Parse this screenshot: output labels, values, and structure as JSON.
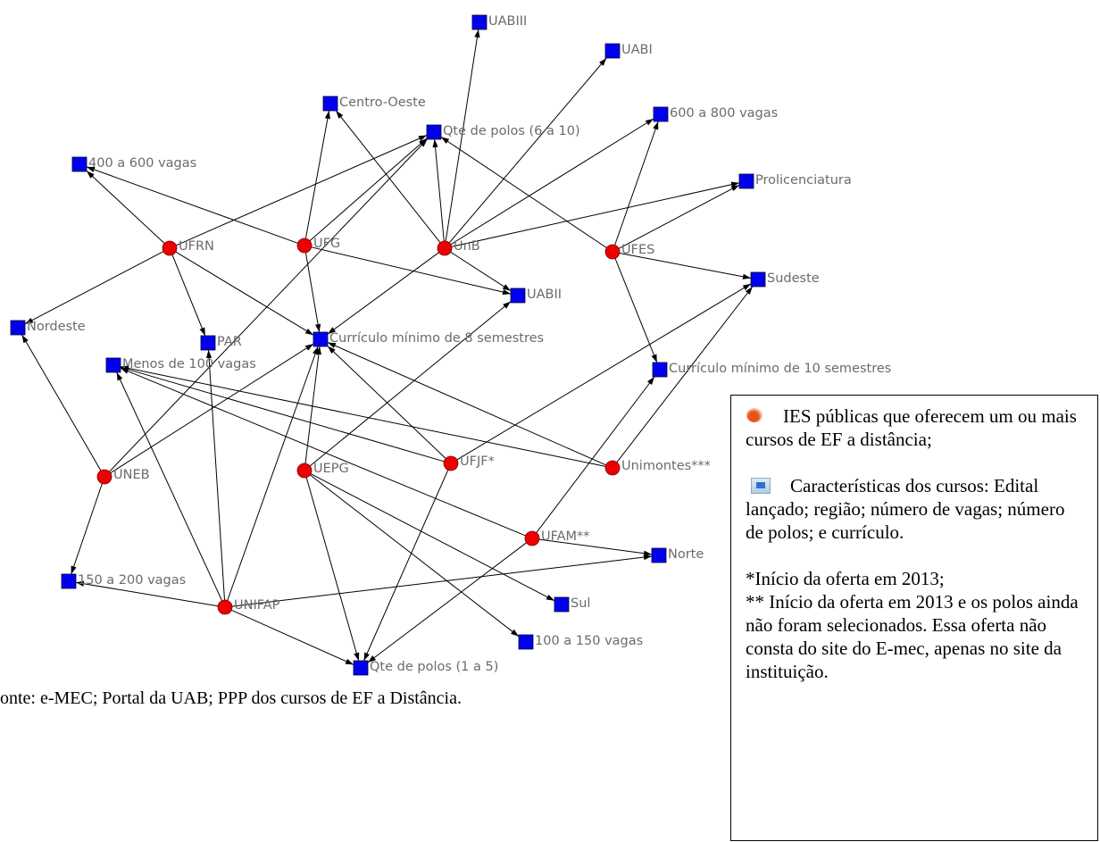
{
  "network": {
    "institutions": [
      {
        "id": "UFRN",
        "label": "UFRN"
      },
      {
        "id": "UFG",
        "label": "UFG"
      },
      {
        "id": "UnB",
        "label": "UnB"
      },
      {
        "id": "UFES",
        "label": "UFES"
      },
      {
        "id": "UNEB",
        "label": "UNEB"
      },
      {
        "id": "UEPG",
        "label": "UEPG"
      },
      {
        "id": "UFJF",
        "label": "UFJF*"
      },
      {
        "id": "Unimontes",
        "label": "Unimontes***"
      },
      {
        "id": "UFAM",
        "label": "UFAM**"
      },
      {
        "id": "UNIFAP",
        "label": "UNIFAP"
      }
    ],
    "features": [
      {
        "id": "UABIII",
        "label": "UABIII"
      },
      {
        "id": "UABI",
        "label": "UABI"
      },
      {
        "id": "CentroOeste",
        "label": "Centro-Oeste"
      },
      {
        "id": "Polos6a10",
        "label": "Qte de polos (6 a 10)"
      },
      {
        "id": "v600a800",
        "label": "600 a 800 vagas"
      },
      {
        "id": "v400a600",
        "label": "400 a 600 vagas"
      },
      {
        "id": "Prolicenciatura",
        "label": "Prolicenciatura"
      },
      {
        "id": "Sudeste",
        "label": "Sudeste"
      },
      {
        "id": "UABII",
        "label": "UABII"
      },
      {
        "id": "Nordeste",
        "label": "Nordeste"
      },
      {
        "id": "PAR",
        "label": "PAR"
      },
      {
        "id": "Curr8",
        "label": "Currículo mínimo de 8 semestres"
      },
      {
        "id": "Menos100",
        "label": "Menos de 100 vagas"
      },
      {
        "id": "Curr10",
        "label": "Currículo mínimo de 10 semestres"
      },
      {
        "id": "Norte",
        "label": "Norte"
      },
      {
        "id": "v150a200",
        "label": "150 a 200 vagas"
      },
      {
        "id": "Sul",
        "label": "Sul"
      },
      {
        "id": "v100a150",
        "label": "100 a 150 vagas"
      },
      {
        "id": "Polos1a5",
        "label": "Qte de polos (1 a 5)"
      }
    ],
    "edges": [
      [
        "UFRN",
        "v400a600"
      ],
      [
        "UFRN",
        "Polos6a10"
      ],
      [
        "UFRN",
        "PAR"
      ],
      [
        "UFRN",
        "Curr8"
      ],
      [
        "UFRN",
        "Nordeste"
      ],
      [
        "UFG",
        "v400a600"
      ],
      [
        "UFG",
        "CentroOeste"
      ],
      [
        "UFG",
        "Polos6a10"
      ],
      [
        "UFG",
        "Curr8"
      ],
      [
        "UFG",
        "UABII"
      ],
      [
        "UnB",
        "UABIII"
      ],
      [
        "UnB",
        "UABI"
      ],
      [
        "UnB",
        "CentroOeste"
      ],
      [
        "UnB",
        "Polos6a10"
      ],
      [
        "UnB",
        "v600a800"
      ],
      [
        "UnB",
        "Prolicenciatura"
      ],
      [
        "UnB",
        "UABII"
      ],
      [
        "UnB",
        "Curr8"
      ],
      [
        "UFES",
        "v600a800"
      ],
      [
        "UFES",
        "Polos6a10"
      ],
      [
        "UFES",
        "Prolicenciatura"
      ],
      [
        "UFES",
        "Sudeste"
      ],
      [
        "UFES",
        "Curr10"
      ],
      [
        "UNEB",
        "Nordeste"
      ],
      [
        "UNEB",
        "v150a200"
      ],
      [
        "UNEB",
        "Curr8"
      ],
      [
        "UNEB",
        "Polos6a10"
      ],
      [
        "UEPG",
        "Curr8"
      ],
      [
        "UEPG",
        "UABII"
      ],
      [
        "UEPG",
        "Polos1a5"
      ],
      [
        "UEPG",
        "Sul"
      ],
      [
        "UEPG",
        "v100a150"
      ],
      [
        "UFJF",
        "Curr8"
      ],
      [
        "UFJF",
        "Sudeste"
      ],
      [
        "UFJF",
        "Polos1a5"
      ],
      [
        "UFJF",
        "Menos100"
      ],
      [
        "Unimontes",
        "Curr8"
      ],
      [
        "Unimontes",
        "Sudeste"
      ],
      [
        "Unimontes",
        "Menos100"
      ],
      [
        "UFAM",
        "Menos100"
      ],
      [
        "UFAM",
        "Curr10"
      ],
      [
        "UFAM",
        "Norte"
      ],
      [
        "UFAM",
        "Polos1a5"
      ],
      [
        "UNIFAP",
        "Menos100"
      ],
      [
        "UNIFAP",
        "Curr8"
      ],
      [
        "UNIFAP",
        "Norte"
      ],
      [
        "UNIFAP",
        "Polos1a5"
      ],
      [
        "UNIFAP",
        "v150a200"
      ],
      [
        "UNIFAP",
        "PAR"
      ]
    ]
  },
  "legend": {
    "institutions_text": "IES públicas que oferecem um ou mais cursos de EF a distância;",
    "features_text": "Características dos cursos: Edital lançado; região; número de vagas; número de polos; e currículo.",
    "note1": "*Início da oferta em 2013;",
    "note2": "** Início da oferta em 2013 e os polos ainda não foram selecionados. Essa oferta não consta do site do E-mec, apenas no site da instituição."
  },
  "source": "onte: e-MEC; Portal da UAB; PPP dos cursos de EF a Distância."
}
